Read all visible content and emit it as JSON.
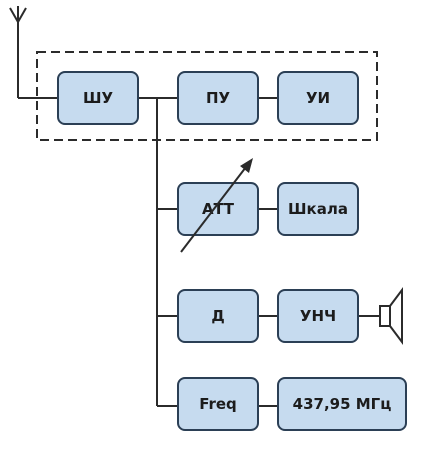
{
  "blocks": {
    "shu": "ШУ",
    "pu": "ПУ",
    "ui": "УИ",
    "att": "АТТ",
    "scale": "Шкала",
    "detector": "Д",
    "unch": "УНЧ",
    "freq": "Freq",
    "freq_value": "437,95 МГц"
  },
  "colors": {
    "block_fill": "#c6dbef",
    "block_border": "#2b3f55",
    "line": "#2b2b2b",
    "text": "#1c1c1c"
  },
  "icons": {
    "antenna": "antenna-icon",
    "speaker": "speaker-icon",
    "variable_arrow": "variable-attenuator-arrow-icon"
  }
}
